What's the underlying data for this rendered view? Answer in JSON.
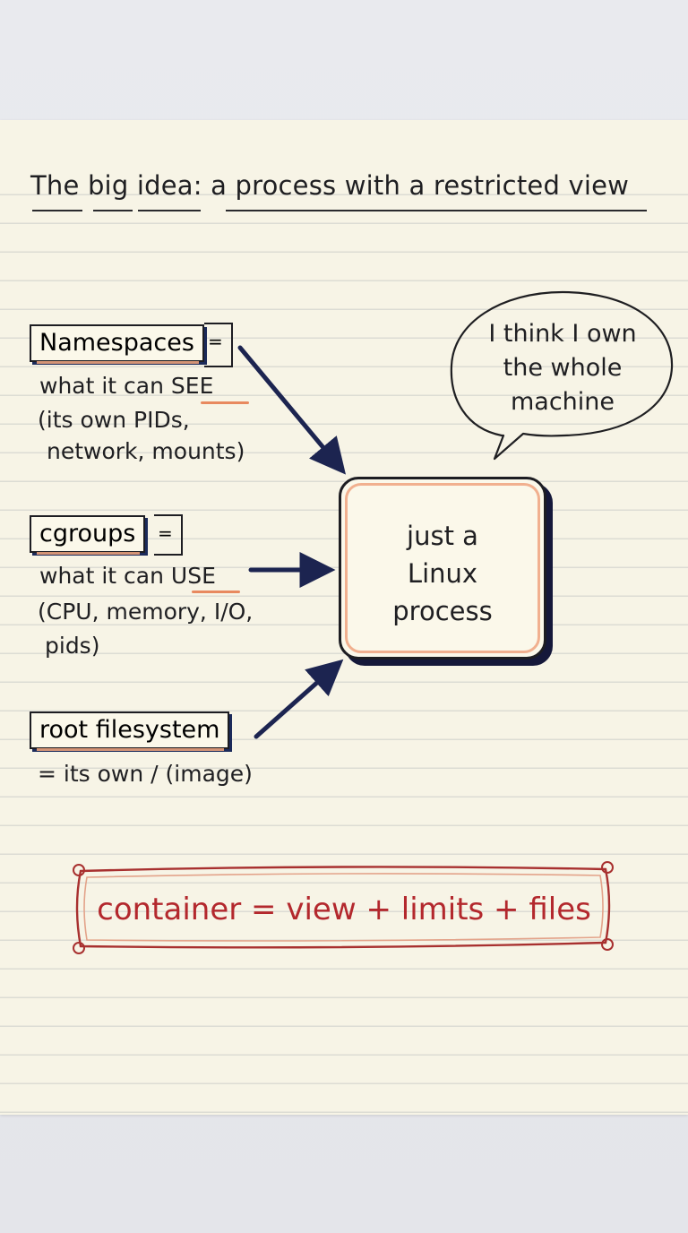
{
  "title": {
    "text": "The big idea: a process with a restricted view"
  },
  "namespaces": {
    "label": "Namespaces",
    "equals": "=",
    "line1_prefix": "what it can ",
    "line1_emph": "SEE",
    "line2": "(its own PIDs,",
    "line3": "network, mounts)"
  },
  "cgroups": {
    "label": "cgroups",
    "equals": "=",
    "line1_prefix": "what it can ",
    "line1_emph": "USE",
    "line2": "(CPU, memory, I/O,",
    "line3": "pids)"
  },
  "rootfs": {
    "label": "root filesystem",
    "line1": "= its own / (image)"
  },
  "process_box": {
    "line1": "just a",
    "line2": "Linux",
    "line3": "process"
  },
  "speech_bubble": {
    "line1": "I think I own",
    "line2": "the whole",
    "line3": "machine"
  },
  "formula": {
    "text": "container = view + limits + files"
  },
  "colors": {
    "ink": "#1f1f22",
    "arrow_navy": "#1c2450",
    "highlight_orange": "#e8895f",
    "formula_red": "#b3282d",
    "paper": "#f7f4e6"
  }
}
